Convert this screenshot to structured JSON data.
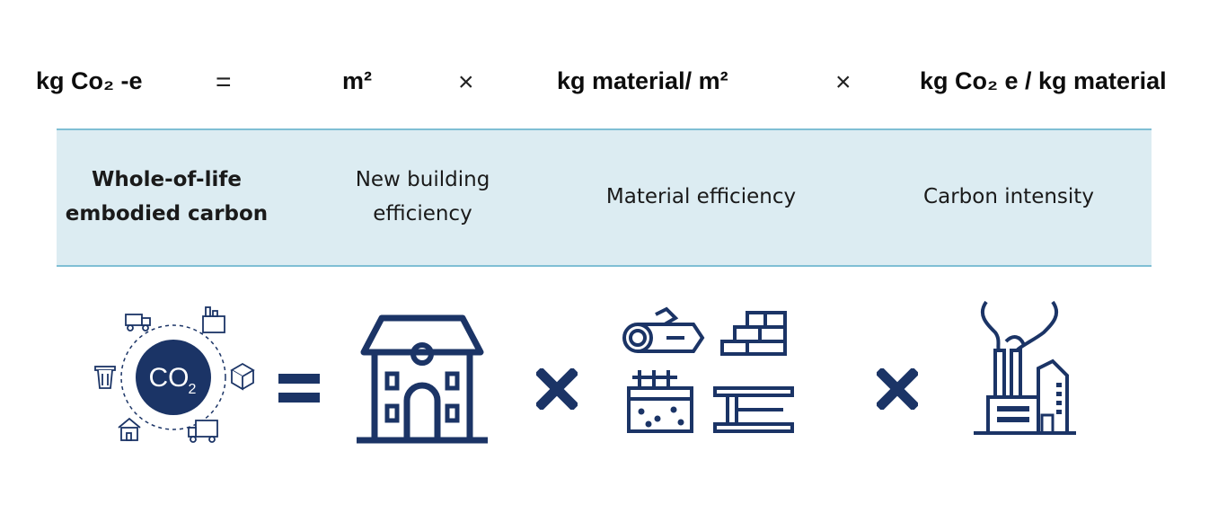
{
  "formula": {
    "term1": "kg Co₂ -e",
    "eq": "=",
    "term2": "m²",
    "times1": "×",
    "term3": "kg material/ m²",
    "times2": "×",
    "term4": "kg Co₂ e / kg material"
  },
  "labels": {
    "col1_line1": "Whole-of-life",
    "col1_line2": "embodied carbon",
    "col2_line1": "New building",
    "col2_line2": "efficiency",
    "col3": "Material efficiency",
    "col4": "Carbon intensity"
  },
  "icons": {
    "co2_text": "CO",
    "co2_sub": "2",
    "cycle_names": [
      "truck-icon",
      "factory-icon",
      "box-icon",
      "delivery-truck-icon",
      "house-icon",
      "trash-icon"
    ],
    "equals": "equals-icon",
    "building": "building-icon",
    "multiply": "multiply-icon",
    "materials": [
      "timber-log-icon",
      "bricks-icon",
      "concrete-icon",
      "steel-beam-icon"
    ],
    "factory": "factory-icon"
  },
  "colors": {
    "navy": "#1b3466",
    "band": "#dcecf2",
    "band_border": "#7fbfd4"
  }
}
